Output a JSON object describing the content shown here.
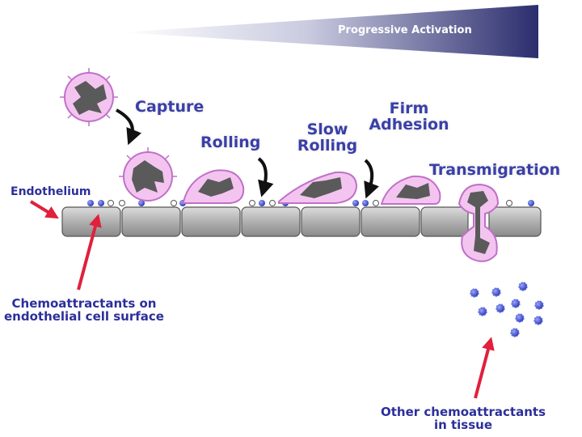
{
  "banner": {
    "text": "Progressive Activation",
    "color_light": "#ffffff",
    "color_dark": "#2b2d6e"
  },
  "stages": {
    "capture": "Capture",
    "rolling": "Rolling",
    "slow_rolling_1": "Slow",
    "slow_rolling_2": "Rolling",
    "firm_adhesion_1": "Firm",
    "firm_adhesion_2": "Adhesion",
    "transmigration": "Transmigration"
  },
  "labels": {
    "endothelium": "Endothelium",
    "surface_chemo_1": "Chemoattractants on",
    "surface_chemo_2": "endothelial cell surface",
    "tissue_chemo_1": "Other chemoattractants",
    "tissue_chemo_2": "in tissue"
  },
  "colors": {
    "label_text": "#3a3fa8",
    "cell_fill": "#f4c4f0",
    "cell_outline": "#c070c8",
    "nucleus": "#5a5a5a",
    "endothelium_fill": "#a8a8a8",
    "chemo_dot": "#4050c8",
    "arrow_red": "#e0203c"
  },
  "icons": {
    "leukocyte": "leukocyte-cell-icon",
    "chemoattractant": "chemoattractant-dot-icon",
    "curved_arrow": "curved-arrow-icon"
  }
}
